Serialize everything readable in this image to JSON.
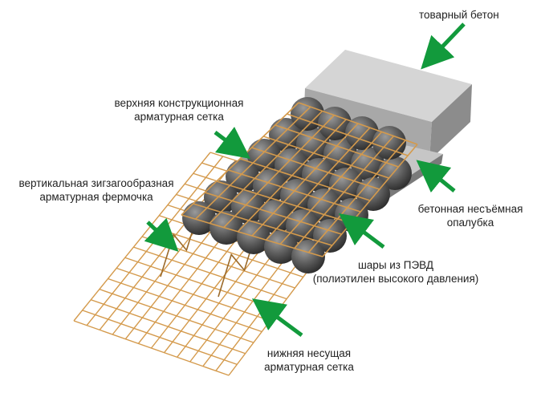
{
  "labels": {
    "ready_mix_concrete": "товарный бетон",
    "upper_mesh": [
      "верхняя конструкционная",
      "арматурная сетка"
    ],
    "zigzag_truss": [
      "вертикальная зигзагообразная",
      "арматурная фермочка"
    ],
    "permanent_formwork": [
      "бетонная несъёмная",
      "опалубка"
    ],
    "hdpe_balls": [
      "шары из ПЭВД",
      "(полиэтилен высокого давления)"
    ],
    "lower_mesh": [
      "нижняя несущая",
      "арматурная сетка"
    ]
  },
  "colors": {
    "arrow": "#129a3c",
    "rebar": "#d49a4c",
    "ball": "#5a5a5a",
    "concrete_top": "#d4d4d4",
    "concrete_front": "#a9a9a9",
    "concrete_side": "#8a8a8a",
    "text": "#222222"
  }
}
